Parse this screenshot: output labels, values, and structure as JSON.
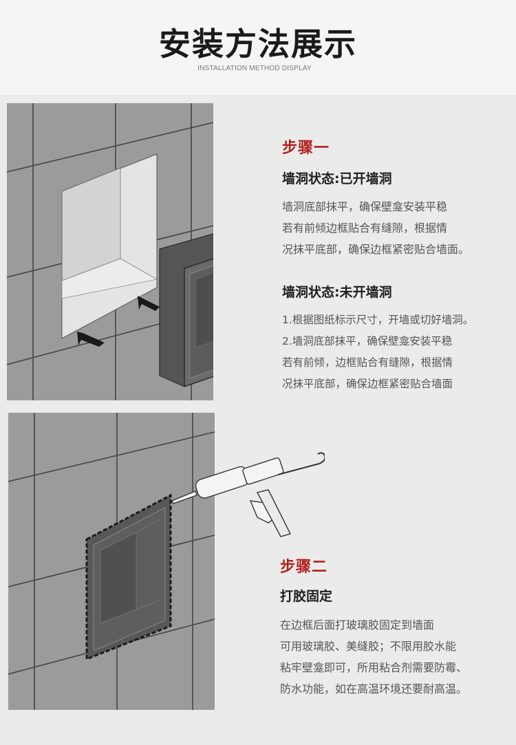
{
  "header": {
    "title": "安装方法展示",
    "subtitle": "INSTALLATION METHOD DISPLAY"
  },
  "step1": {
    "label": "步骤一",
    "state_open": {
      "heading": "墙洞状态:已开墙洞",
      "lines": [
        "墙洞底部抹平，确保壁龛安装平稳",
        "若有前倾边框贴合有缝隙，根据情",
        "况抹平底部，确保边框紧密贴合墙面。"
      ]
    },
    "state_closed": {
      "heading": "墙洞状态:未开墙洞",
      "lines": [
        "1.根据图纸标示尺寸，开墙或切好墙洞。",
        "2.墙洞底部抹平，确保壁龛安装平稳",
        "若有前倾，边框贴合有缝隙，根据情",
        "况抹平底部，确保边框紧密贴合墙面"
      ]
    }
  },
  "step2": {
    "label": "步骤二",
    "heading": "打胶固定",
    "lines": [
      "在边框后面打玻璃胶固定到墙面",
      "可用玻璃胶、美缝胶；不限用胶水能",
      "粘牢壁龛即可，所用粘合剂需要防霉、",
      "防水功能，如在高温环境还要耐高温。"
    ]
  },
  "colors": {
    "accent": "#b2201e",
    "wall": "#9a9a9a",
    "grout": "#4a4a4a",
    "niche_box": "#5a5a5a",
    "recess": "#dcdcdc"
  },
  "illustrations": {
    "step1": "wall-recess-with-niche-insert",
    "step2": "caulk-gun-applying-sealant"
  }
}
